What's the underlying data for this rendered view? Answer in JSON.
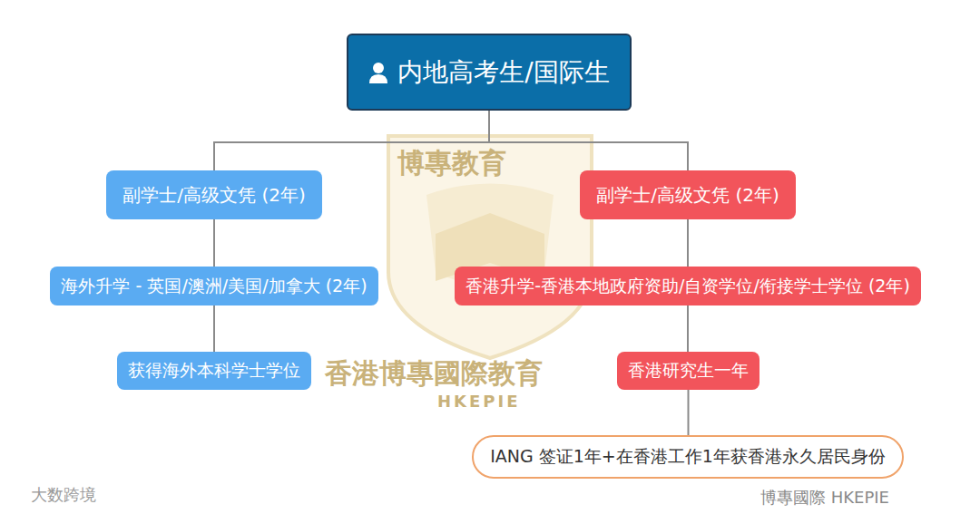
{
  "diagram": {
    "nodes": [
      {
        "text": [
          "内地高考生/国际生"
        ]
      },
      {
        "text": [
          "副学士/高级文凭 (2年)"
        ]
      },
      {
        "text": [
          "副学士/高级文凭 (2年)"
        ]
      },
      {
        "text": [
          "海外升学 - 英国/澳洲/美国/加拿大 (2年)"
        ]
      },
      {
        "text": [
          "香港升学-香港本地政府资助/自资学位/衔接学士学位 (2年)"
        ]
      },
      {
        "text": [
          "获得海外本科学士学位"
        ]
      },
      {
        "text": [
          "香港研究生一年"
        ]
      },
      {
        "text": [
          "IANG 签证1年+在香港工作1年获香港永久居民身份"
        ]
      }
    ],
    "edges": [
      {
        "from": 0,
        "to": 1,
        "arrow": "none"
      },
      {
        "from": 0,
        "to": 2,
        "arrow": "none"
      },
      {
        "from": 1,
        "to": 3,
        "arrow": "none"
      },
      {
        "from": 3,
        "to": 5,
        "arrow": "none"
      },
      {
        "from": 2,
        "to": 4,
        "arrow": "none"
      },
      {
        "from": 4,
        "to": 6,
        "arrow": "none"
      },
      {
        "from": 6,
        "to": 7,
        "arrow": "none"
      }
    ],
    "labels": [
      "博專教育",
      "香港博專國際教育",
      "HKEPIE",
      "大数跨境",
      "博專國際 HKEPIE"
    ]
  }
}
